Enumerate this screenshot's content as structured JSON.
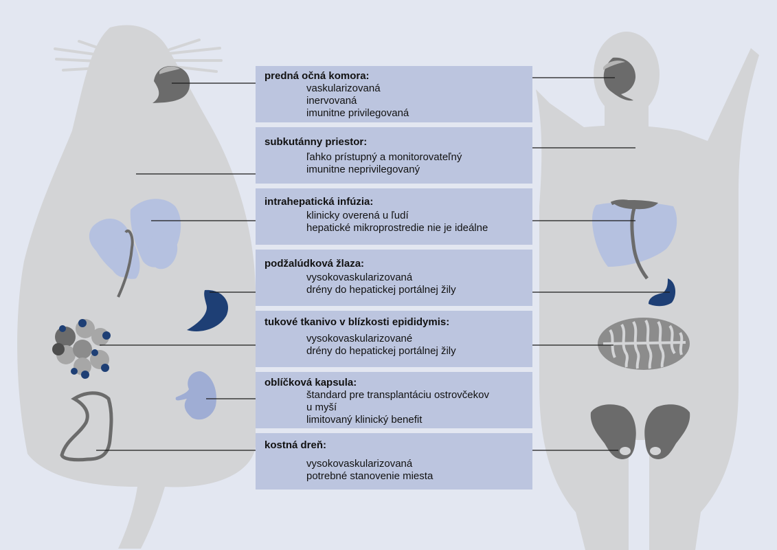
{
  "sites": [
    {
      "title": "predná očná komora:",
      "items": [
        "vaskularizovaná",
        "inervovaná",
        "imunitne privilegovaná"
      ]
    },
    {
      "title": "subkutánny priestor:",
      "items": [
        "ľahko prístupný a monitorovateľný",
        "imunitne neprivilegovaný"
      ]
    },
    {
      "title": "intrahepatická infúzia:",
      "items": [
        "klinicky overená u ľudí",
        "hepatické mikroprostredie nie je ideálne"
      ]
    },
    {
      "title": "podžalúdková žlaza:",
      "items": [
        "vysokovaskularizovaná",
        "drény do hepatickej portálnej žily"
      ]
    },
    {
      "title": "tukové tkanivo v blízkosti epididymis:",
      "items": [
        "vysokovaskularizované",
        "drény do hepatickej portálnej žily"
      ]
    },
    {
      "title": "oblíčková kapsula:",
      "items": [
        "štandard pre transplantáciu ostrovčekov",
        "u myší",
        "limitovaný klinický benefit"
      ]
    },
    {
      "title": "kostná dreň:",
      "items": [
        "vysokovaskularizovaná",
        "potrebné stanovenie miesta"
      ]
    }
  ],
  "colors": {
    "background": "#e3e7f1",
    "silhouette": "#d3d4d6",
    "box": "#bcc5df",
    "organ_light": "#b5c1e0",
    "organ_dark": "#1e3f75",
    "organ_gray": "#6b6b6b",
    "organ_mid": "#8c8c8c",
    "organ_pale": "#a7a7a7",
    "kidney": "#9fadd4",
    "line": "#1a1a1a"
  }
}
